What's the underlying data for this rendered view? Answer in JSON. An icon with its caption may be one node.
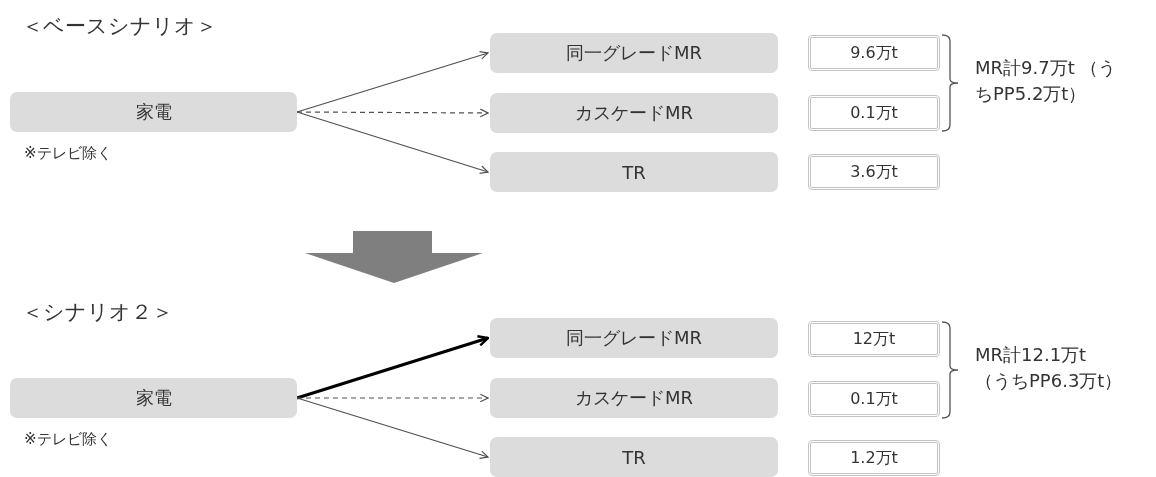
{
  "diagram": {
    "nodes": [
      {
        "text": [
          "家電"
        ],
        "beside": [
          "※テレビ除く"
        ]
      },
      {
        "text": [
          "同一グレードMR"
        ]
      },
      {
        "text": [
          "カスケードMR"
        ]
      },
      {
        "text": [
          "TR"
        ]
      },
      {
        "text": [
          "9.6万t"
        ]
      },
      {
        "text": [
          "0.1万t"
        ]
      },
      {
        "text": [
          "3.6万t"
        ]
      },
      {
        "text": [
          "家電"
        ],
        "beside": [
          "※テレビ除く"
        ]
      },
      {
        "text": [
          "同一グレードMR"
        ]
      },
      {
        "text": [
          "カスケードMR"
        ]
      },
      {
        "text": [
          "TR"
        ]
      },
      {
        "text": [
          "12万t"
        ]
      },
      {
        "text": [
          "0.1万t"
        ]
      },
      {
        "text": [
          "1.2万t"
        ]
      }
    ],
    "edges": [
      {
        "from": 0,
        "to": 1,
        "arrow": "to"
      },
      {
        "from": 0,
        "to": 2,
        "arrow": "to",
        "style": "dashed"
      },
      {
        "from": 0,
        "to": 3,
        "arrow": "to"
      },
      {
        "from": 7,
        "to": 8,
        "arrow": "to",
        "style": "thick",
        "color": "#000000"
      },
      {
        "from": 7,
        "to": 9,
        "arrow": "to",
        "style": "dashed"
      },
      {
        "from": 7,
        "to": 10,
        "arrow": "to"
      }
    ],
    "labels": [
      "＜ベースシナリオ＞",
      "MR計9.7万t （うちPP5.2万t）",
      "＜シナリオ２＞",
      "MR計12.1万t （うちPP6.3万t）"
    ]
  }
}
